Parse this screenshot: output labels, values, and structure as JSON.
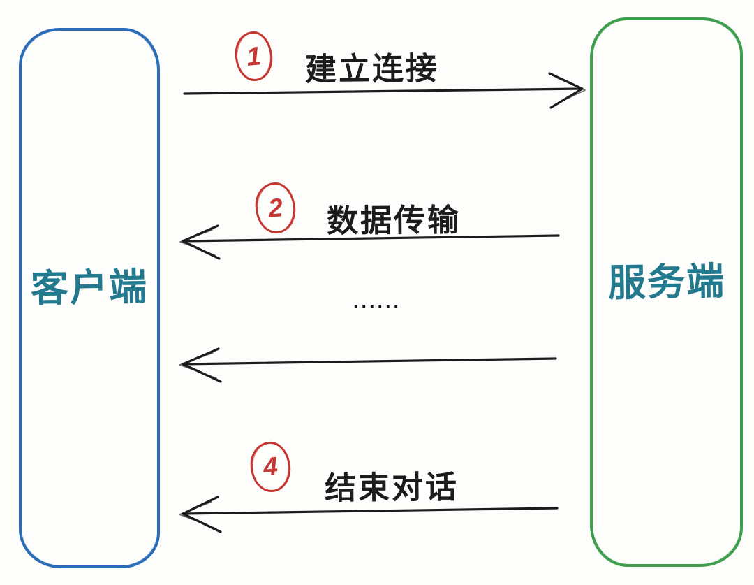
{
  "diagram": {
    "client": {
      "label": "客户端"
    },
    "server": {
      "label": "服务端"
    },
    "steps": [
      {
        "number": "1",
        "label": "建立连接",
        "direction": "client-to-server"
      },
      {
        "number": "2",
        "label": "数据传输",
        "direction": "server-to-client"
      },
      {
        "number": "",
        "label": "",
        "direction": "server-to-client"
      },
      {
        "number": "4",
        "label": "结束对话",
        "direction": "server-to-client"
      }
    ],
    "ellipsis": "......",
    "colors": {
      "client_border": "#2B6CB8",
      "server_border": "#3E9E4D",
      "endpoint_label": "#23798D",
      "step_badge": "#C63732",
      "ink": "#1C1C1C"
    }
  }
}
